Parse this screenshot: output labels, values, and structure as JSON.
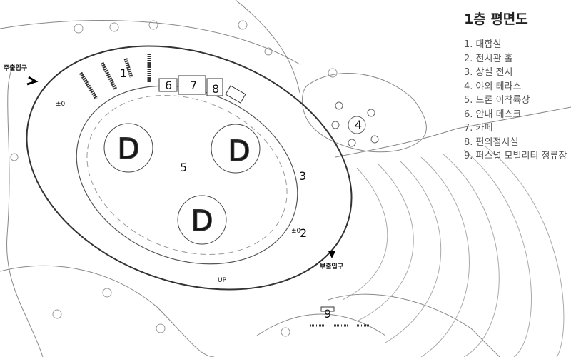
{
  "legend": {
    "title": "1층 평면도",
    "items": [
      "1. 대합실",
      "2. 전시관 홀",
      "3. 상설 전시",
      "4. 야외 테라스",
      "5. 드론 이착륙장",
      "6. 안내 데스크",
      "7. 카페",
      "8. 편의점시설",
      "9. 퍼스널 모빌리티 정류장"
    ]
  },
  "plan": {
    "room_numbers": [
      "1",
      "2",
      "3",
      "4",
      "5",
      "6",
      "7",
      "8",
      "9"
    ],
    "helipad_mark": "D",
    "main_entrance": "주출입구",
    "sub_entrance": "부출입구",
    "level_marks": [
      "±0",
      "±0"
    ],
    "up_mark": "UP"
  }
}
